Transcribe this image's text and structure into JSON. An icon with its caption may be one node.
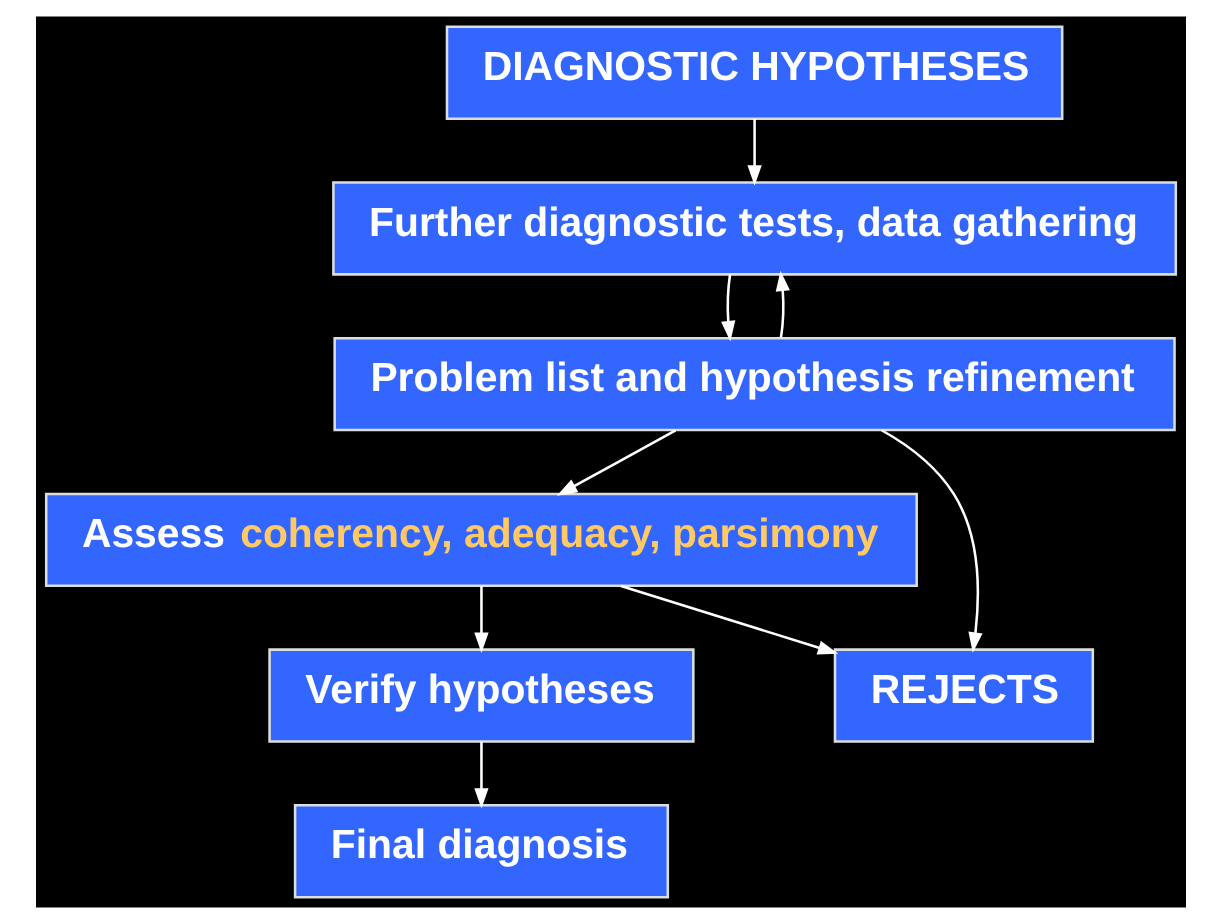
{
  "diagram": {
    "nodes": [
      {
        "text": [
          "DIAGNOSTIC HYPOTHESES"
        ]
      },
      {
        "text": [
          "Further diagnostic tests, data gathering"
        ]
      },
      {
        "text": [
          "Problem list and hypothesis refinement"
        ]
      },
      {
        "text": [
          "Assess",
          "coherency, adequacy, parsimony"
        ]
      },
      {
        "text": [
          "Verify hypotheses"
        ]
      },
      {
        "text": [
          "REJECTS"
        ]
      },
      {
        "text": [
          "Final diagnosis"
        ]
      }
    ],
    "edges": [
      {
        "from": 0,
        "to": 1,
        "arrow": "to"
      },
      {
        "from": 1,
        "to": 2,
        "arrow": "to"
      },
      {
        "from": 2,
        "to": 1,
        "arrow": "to"
      },
      {
        "from": 2,
        "to": 3,
        "arrow": "to"
      },
      {
        "from": 2,
        "to": 5,
        "arrow": "to"
      },
      {
        "from": 3,
        "to": 5,
        "arrow": "to"
      },
      {
        "from": 3,
        "to": 4,
        "arrow": "to"
      },
      {
        "from": 4,
        "to": 6,
        "arrow": "to"
      }
    ]
  }
}
